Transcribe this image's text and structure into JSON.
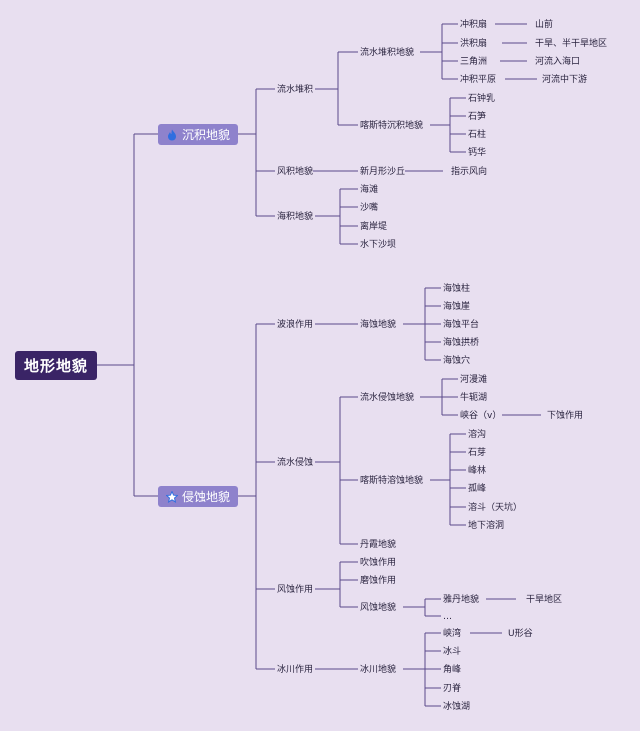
{
  "colors": {
    "background": "#e8dff0",
    "line": "#5a4a8a",
    "root": "#3a2466",
    "category": "#8e82cc",
    "text": "#2b2540"
  },
  "root": {
    "label": "地形地貌"
  },
  "categories": [
    {
      "label": "沉积地貌",
      "icon": "fire-icon"
    },
    {
      "label": "侵蚀地貌",
      "icon": "star-icon"
    }
  ],
  "deposition": {
    "fluvial": {
      "label": "流水堆积",
      "alluvial": {
        "label": "流水堆积地貌",
        "items": [
          {
            "label": "冲积扇",
            "note": "山前"
          },
          {
            "label": "洪积扇",
            "note": "干旱、半干旱地区"
          },
          {
            "label": "三角洲",
            "note": "河流入海口"
          },
          {
            "label": "冲积平原",
            "note": "河流中下游"
          }
        ]
      },
      "karst": {
        "label": "喀斯特沉积地貌",
        "items": [
          "石钟乳",
          "石笋",
          "石柱",
          "钙华"
        ]
      }
    },
    "aeolian": {
      "label": "风积地貌",
      "child": "新月形沙丘",
      "note": "指示风向"
    },
    "marine": {
      "label": "海积地貌",
      "items": [
        "海滩",
        "沙嘴",
        "离岸堤",
        "水下沙坝"
      ]
    }
  },
  "erosion": {
    "wave": {
      "label": "波浪作用",
      "child": "海蚀地貌",
      "items": [
        "海蚀柱",
        "海蚀崖",
        "海蚀平台",
        "海蚀拱桥",
        "海蚀穴"
      ]
    },
    "fluvial": {
      "label": "流水侵蚀",
      "water": {
        "label": "流水侵蚀地貌",
        "items": [
          "河漫滩",
          "牛轭湖",
          "峡谷（v）"
        ],
        "note": "下蚀作用"
      },
      "karst": {
        "label": "喀斯特溶蚀地貌",
        "items": [
          "溶沟",
          "石芽",
          "峰林",
          "孤峰",
          "溶斗（天坑）",
          "地下溶洞"
        ]
      },
      "danxia": "丹霞地貌"
    },
    "wind": {
      "label": "风蚀作用",
      "items": [
        "吹蚀作用",
        "磨蚀作用"
      ],
      "landform": {
        "label": "风蚀地貌",
        "items": [
          "雅丹地貌",
          "…"
        ],
        "note": "干旱地区"
      }
    },
    "glacial": {
      "label": "冰川作用",
      "child": "冰川地貌",
      "items": [
        "峡湾",
        "冰斗",
        "角峰",
        "刃脊",
        "冰蚀湖"
      ],
      "note": "U形谷"
    }
  }
}
